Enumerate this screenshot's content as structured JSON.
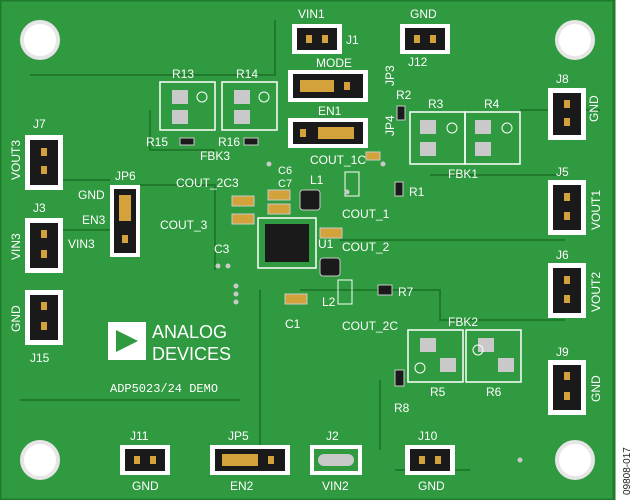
{
  "board": {
    "colors": {
      "pcb": "#2f9a3f",
      "pcb_light": "#4fb35a",
      "trace": "#1f7a2c",
      "silkscreen": "#ffffff",
      "header_black": "#1a1a1a",
      "pin_gold": "#d4a23a",
      "pad_silver": "#c9c9c9",
      "background": "#ffffff"
    },
    "headers": {
      "vin1": "VIN1",
      "j1": "J1",
      "gnd_top": "GND",
      "j12": "J12",
      "mode": "MODE",
      "jp3": "JP3",
      "en1": "EN1",
      "jp4": "JP4",
      "j8": "J8",
      "gnd_j8": "GND",
      "j7": "J7",
      "vout3": "VOUT3",
      "jp6": "JP6",
      "gnd_jp6": "GND",
      "en3": "EN3",
      "vin3_jp6": "VIN3",
      "j3": "J3",
      "vin3_j3": "VIN3",
      "j5": "J5",
      "vout1": "VOUT1",
      "j6": "J6",
      "vout2": "VOUT2",
      "gnd_j15": "GND",
      "j15": "J15",
      "j9": "J9",
      "gnd_j9": "GND",
      "j11": "J11",
      "gnd_j11": "GND",
      "jp5": "JP5",
      "en2": "EN2",
      "j2": "J2",
      "vin2": "VIN2",
      "j10": "J10",
      "gnd_j10": "GND"
    },
    "components": {
      "r13": "R13",
      "r14": "R14",
      "r15": "R15",
      "r16": "R16",
      "fbk3": "FBK3",
      "r2": "R2",
      "r3": "R3",
      "r4": "R4",
      "r1": "R1",
      "fbk1": "FBK1",
      "cout_1c": "COUT_1C",
      "c6": "C6",
      "cout_2c3": "COUT_2C3",
      "c7": "C7",
      "l1": "L1",
      "cout_1": "COUT_1",
      "cout_3": "COUT_3",
      "c3": "C3",
      "u1": "U1",
      "cout_2": "COUT_2",
      "c1": "C1",
      "l2": "L2",
      "r7": "R7",
      "cout_2c": "COUT_2C",
      "fbk2": "FBK2",
      "r5": "R5",
      "r6": "R6",
      "r8": "R8"
    },
    "branding": {
      "logo_line1": "ANALOG",
      "logo_line2": "DEVICES",
      "demo_title": "ADP5023/24 DEMO"
    },
    "figure_id": "09808-017"
  }
}
